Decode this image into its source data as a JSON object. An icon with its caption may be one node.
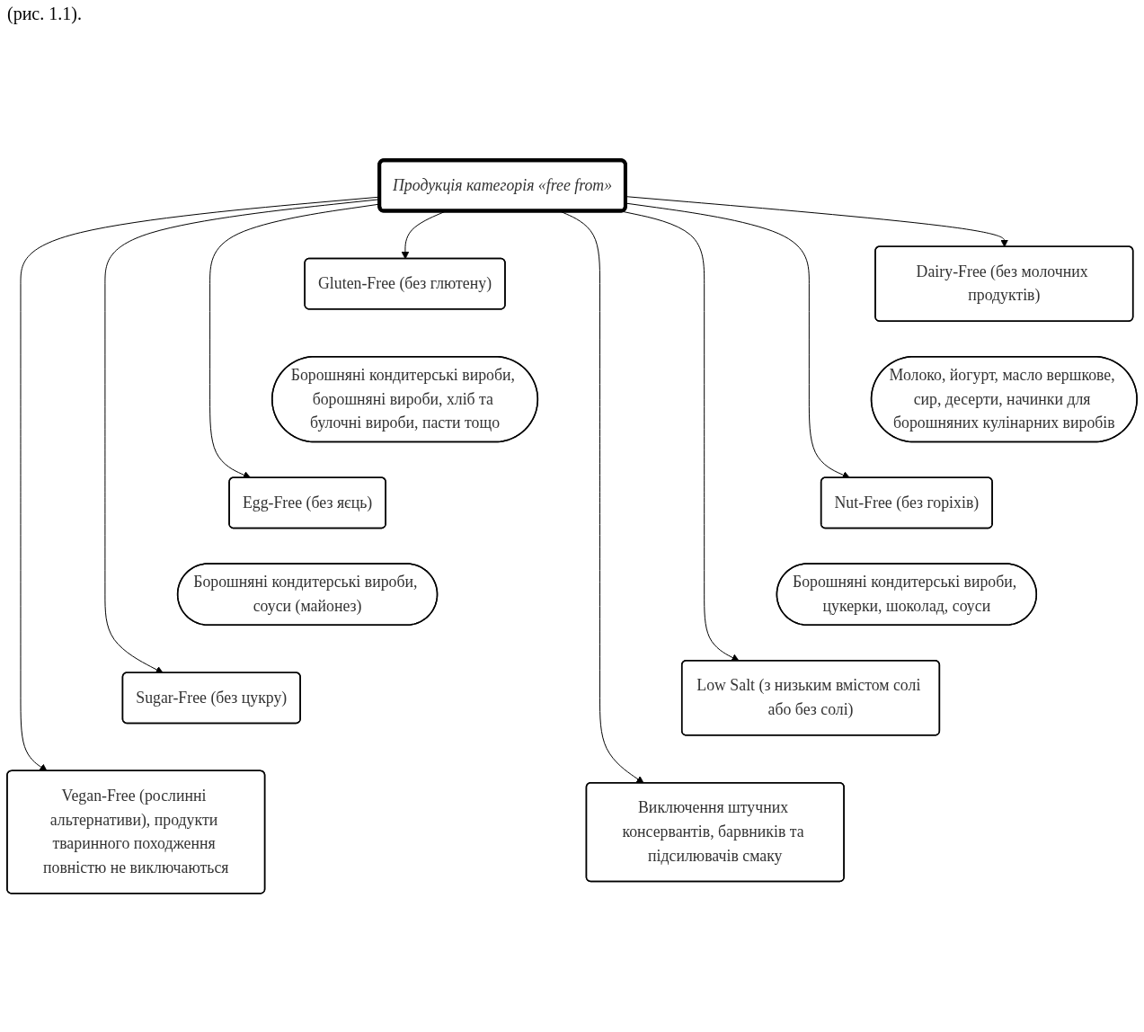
{
  "diagram": {
    "nodes": [
      {
        "text": [
          "Продукція категорія «free from»"
        ]
      },
      {
        "text": [
          "Gluten-Free (без глютену)"
        ]
      },
      {
        "text": [
          "Борошняні кондитерські вироби, борошняні вироби, хліб та булочні вироби, пасти тощо"
        ]
      },
      {
        "text": [
          "Dairy-Free (без молочних продуктів)"
        ]
      },
      {
        "text": [
          "Молоко, йогурт, масло вершкове, сир, десерти, начинки для борошняних кулінарних виробів"
        ]
      },
      {
        "text": [
          "Egg-Free (без яєць)"
        ]
      },
      {
        "text": [
          "Борошняні кондитерські вироби, соуси (майонез)"
        ]
      },
      {
        "text": [
          "Nut-Free (без горіхів)"
        ]
      },
      {
        "text": [
          "Борошняні кондитерські вироби, цукерки, шоколад, соуси"
        ]
      },
      {
        "text": [
          "Sugar-Free (без цукру)"
        ]
      },
      {
        "text": [
          "Low Salt (з низьким вмістом солі або без солі)"
        ]
      },
      {
        "text": [
          "Vegan-Free (рослинні альтернативи), продукти тваринного походження повністю не виключаються"
        ]
      },
      {
        "text": [
          "Виключення штучних консервантів, барвників та підсилювачів смаку"
        ]
      }
    ],
    "edges": [
      {
        "from": 0,
        "to": 1,
        "arrow": "to"
      },
      {
        "from": 0,
        "to": 3,
        "arrow": "to"
      },
      {
        "from": 0,
        "to": 5,
        "arrow": "to"
      },
      {
        "from": 0,
        "to": 7,
        "arrow": "to"
      },
      {
        "from": 0,
        "to": 9,
        "arrow": "to"
      },
      {
        "from": 0,
        "to": 10,
        "arrow": "to"
      },
      {
        "from": 0,
        "to": 11,
        "arrow": "to"
      },
      {
        "from": 0,
        "to": 12,
        "arrow": "to"
      }
    ],
    "labels": [
      "(рис. 1.1)."
    ]
  }
}
